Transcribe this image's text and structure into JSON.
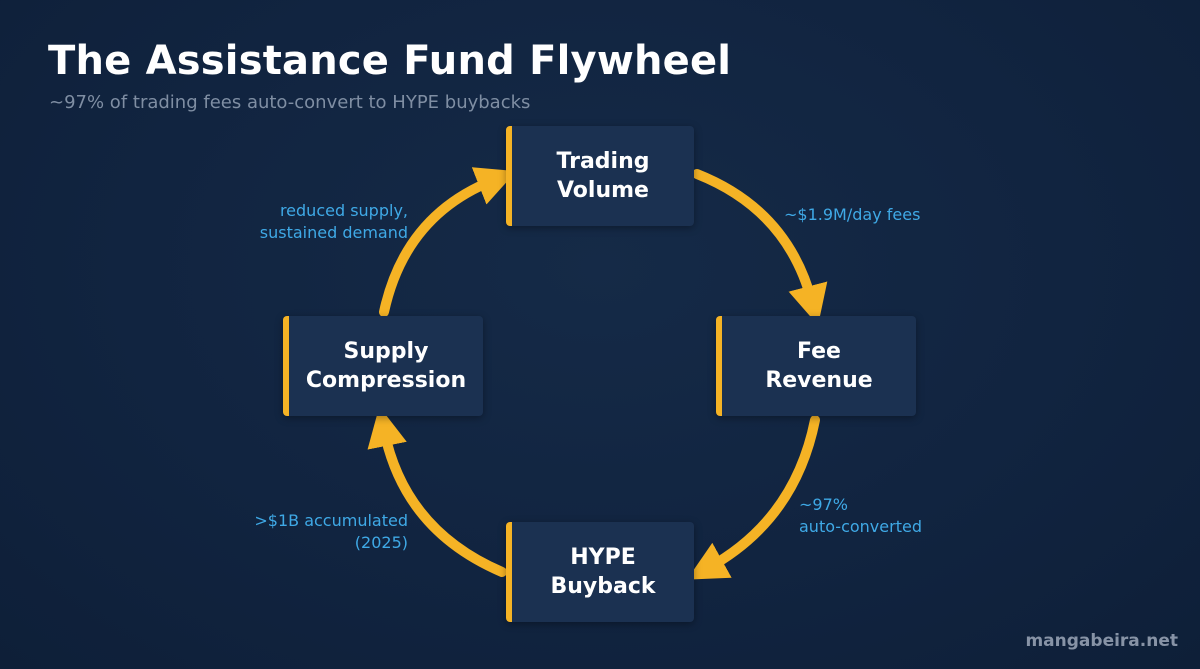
{
  "title": "The Assistance Fund Flywheel",
  "subtitle": "~97% of trading fees auto-convert to HYPE buybacks",
  "nodes": {
    "trading_volume": "Trading\nVolume",
    "fee_revenue": "Fee\nRevenue",
    "hype_buyback": "HYPE\nBuyback",
    "supply_compression": "Supply\nCompression"
  },
  "edge_labels": {
    "volume_to_fees": "~$1.9M/day fees",
    "fees_to_buyback": "~97%\nauto-converted",
    "buyback_to_supply": ">$1B accumulated\n(2025)",
    "supply_to_volume": "reduced supply,\nsustained demand"
  },
  "watermark": "mangabeira.net",
  "colors": {
    "background": "#112440",
    "node_fill": "#1b3151",
    "accent": "#f5b325",
    "edge_label": "#3fa9e6",
    "title": "#ffffff",
    "subtitle": "#7f8ea3"
  }
}
